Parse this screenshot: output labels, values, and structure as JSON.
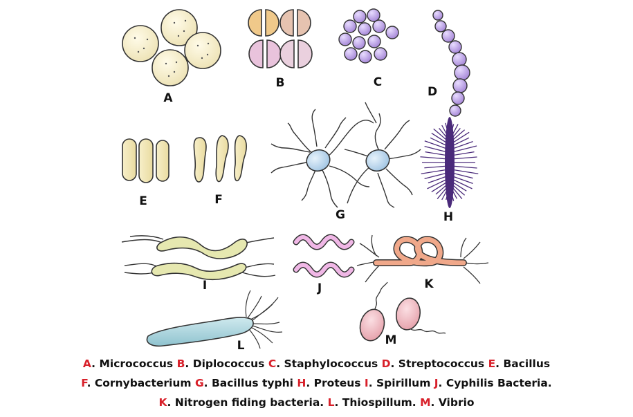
{
  "panel_labels": {
    "A": "A",
    "B": "B",
    "C": "C",
    "D": "D",
    "E": "E",
    "F": "F",
    "G": "G",
    "H": "H",
    "I": "I",
    "J": "J",
    "K": "K",
    "L": "L",
    "M": "M"
  },
  "legend": [
    {
      "letter": "A",
      "name": "Micrococcus"
    },
    {
      "letter": "B",
      "name": "Diplococcus"
    },
    {
      "letter": "C",
      "name": "Staphylococcus"
    },
    {
      "letter": "D",
      "name": "Streptococcus"
    },
    {
      "letter": "E",
      "name": "Bacillus"
    },
    {
      "letter": "F",
      "name": "Cornybacterium"
    },
    {
      "letter": "G",
      "name": "Bacillus typhi"
    },
    {
      "letter": "H",
      "name": "Proteus"
    },
    {
      "letter": "I",
      "name": "Spirillum"
    },
    {
      "letter": "J",
      "name": "Cyphilis Bacteria."
    },
    {
      "letter": "K",
      "name": "Nitrogen fiding bacteria."
    },
    {
      "letter": "L",
      "name": "Thiospillum."
    },
    {
      "letter": "M",
      "name": "Vibrio"
    }
  ],
  "colors": {
    "legend_letter": "#d8202a",
    "cream_cell": "#f4ecc8",
    "orange_cell": "#f0c98a",
    "pink_cell": "#e9c3dc",
    "purple_cell": "#b99ee6",
    "blue_cell": "#b9d5ec",
    "spirillum_cell": "#e6e8b0",
    "spirochete_pink": "#f0b7e6",
    "nitrogen_coil": "#f0a88a",
    "thiospillum": "#a8d2da",
    "vibrio": "#f1b9c1",
    "proteus": "#4a2a7a",
    "outline": "#333333"
  }
}
